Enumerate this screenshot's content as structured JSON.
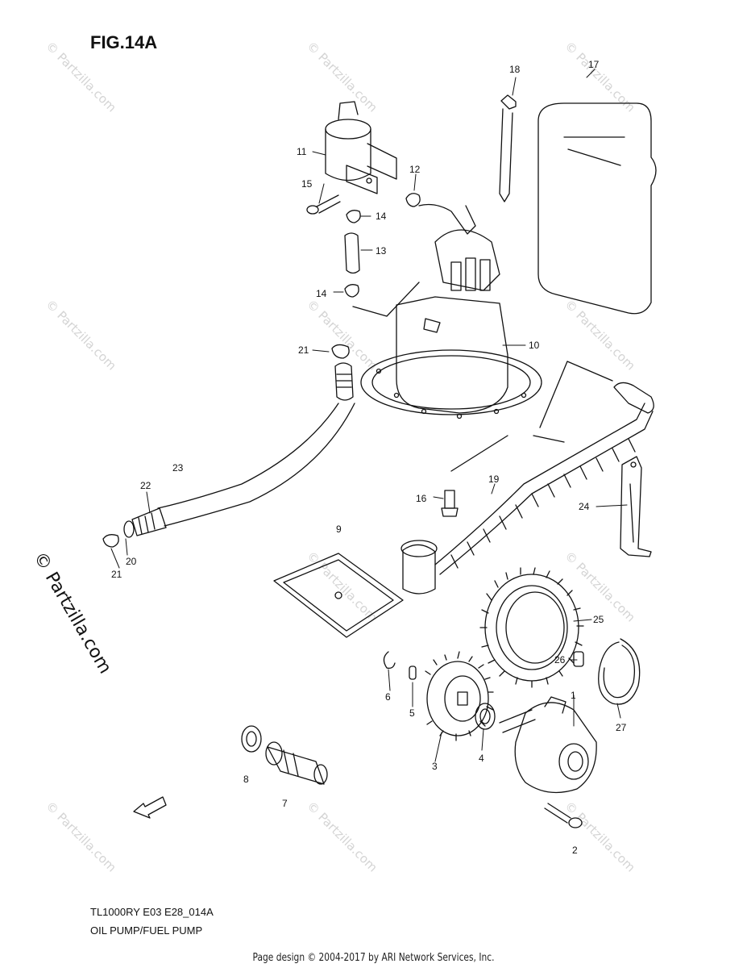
{
  "figure": {
    "title": "FIG.14A"
  },
  "watermark": {
    "text": "© Partzilla.com",
    "side_text": "© Partzilla.com"
  },
  "callouts": [
    "1",
    "2",
    "3",
    "4",
    "5",
    "6",
    "7",
    "8",
    "9",
    "10",
    "11",
    "12",
    "13",
    "14",
    "14",
    "15",
    "16",
    "17",
    "18",
    "19",
    "20",
    "21",
    "21",
    "22",
    "23",
    "24",
    "25",
    "26",
    "27"
  ],
  "footer": {
    "model_code": "TL1000RY E03 E28_014A",
    "section_name": "OIL PUMP/FUEL PUMP",
    "credit": "Page design © 2004-2017 by ARI Network Services, Inc."
  }
}
